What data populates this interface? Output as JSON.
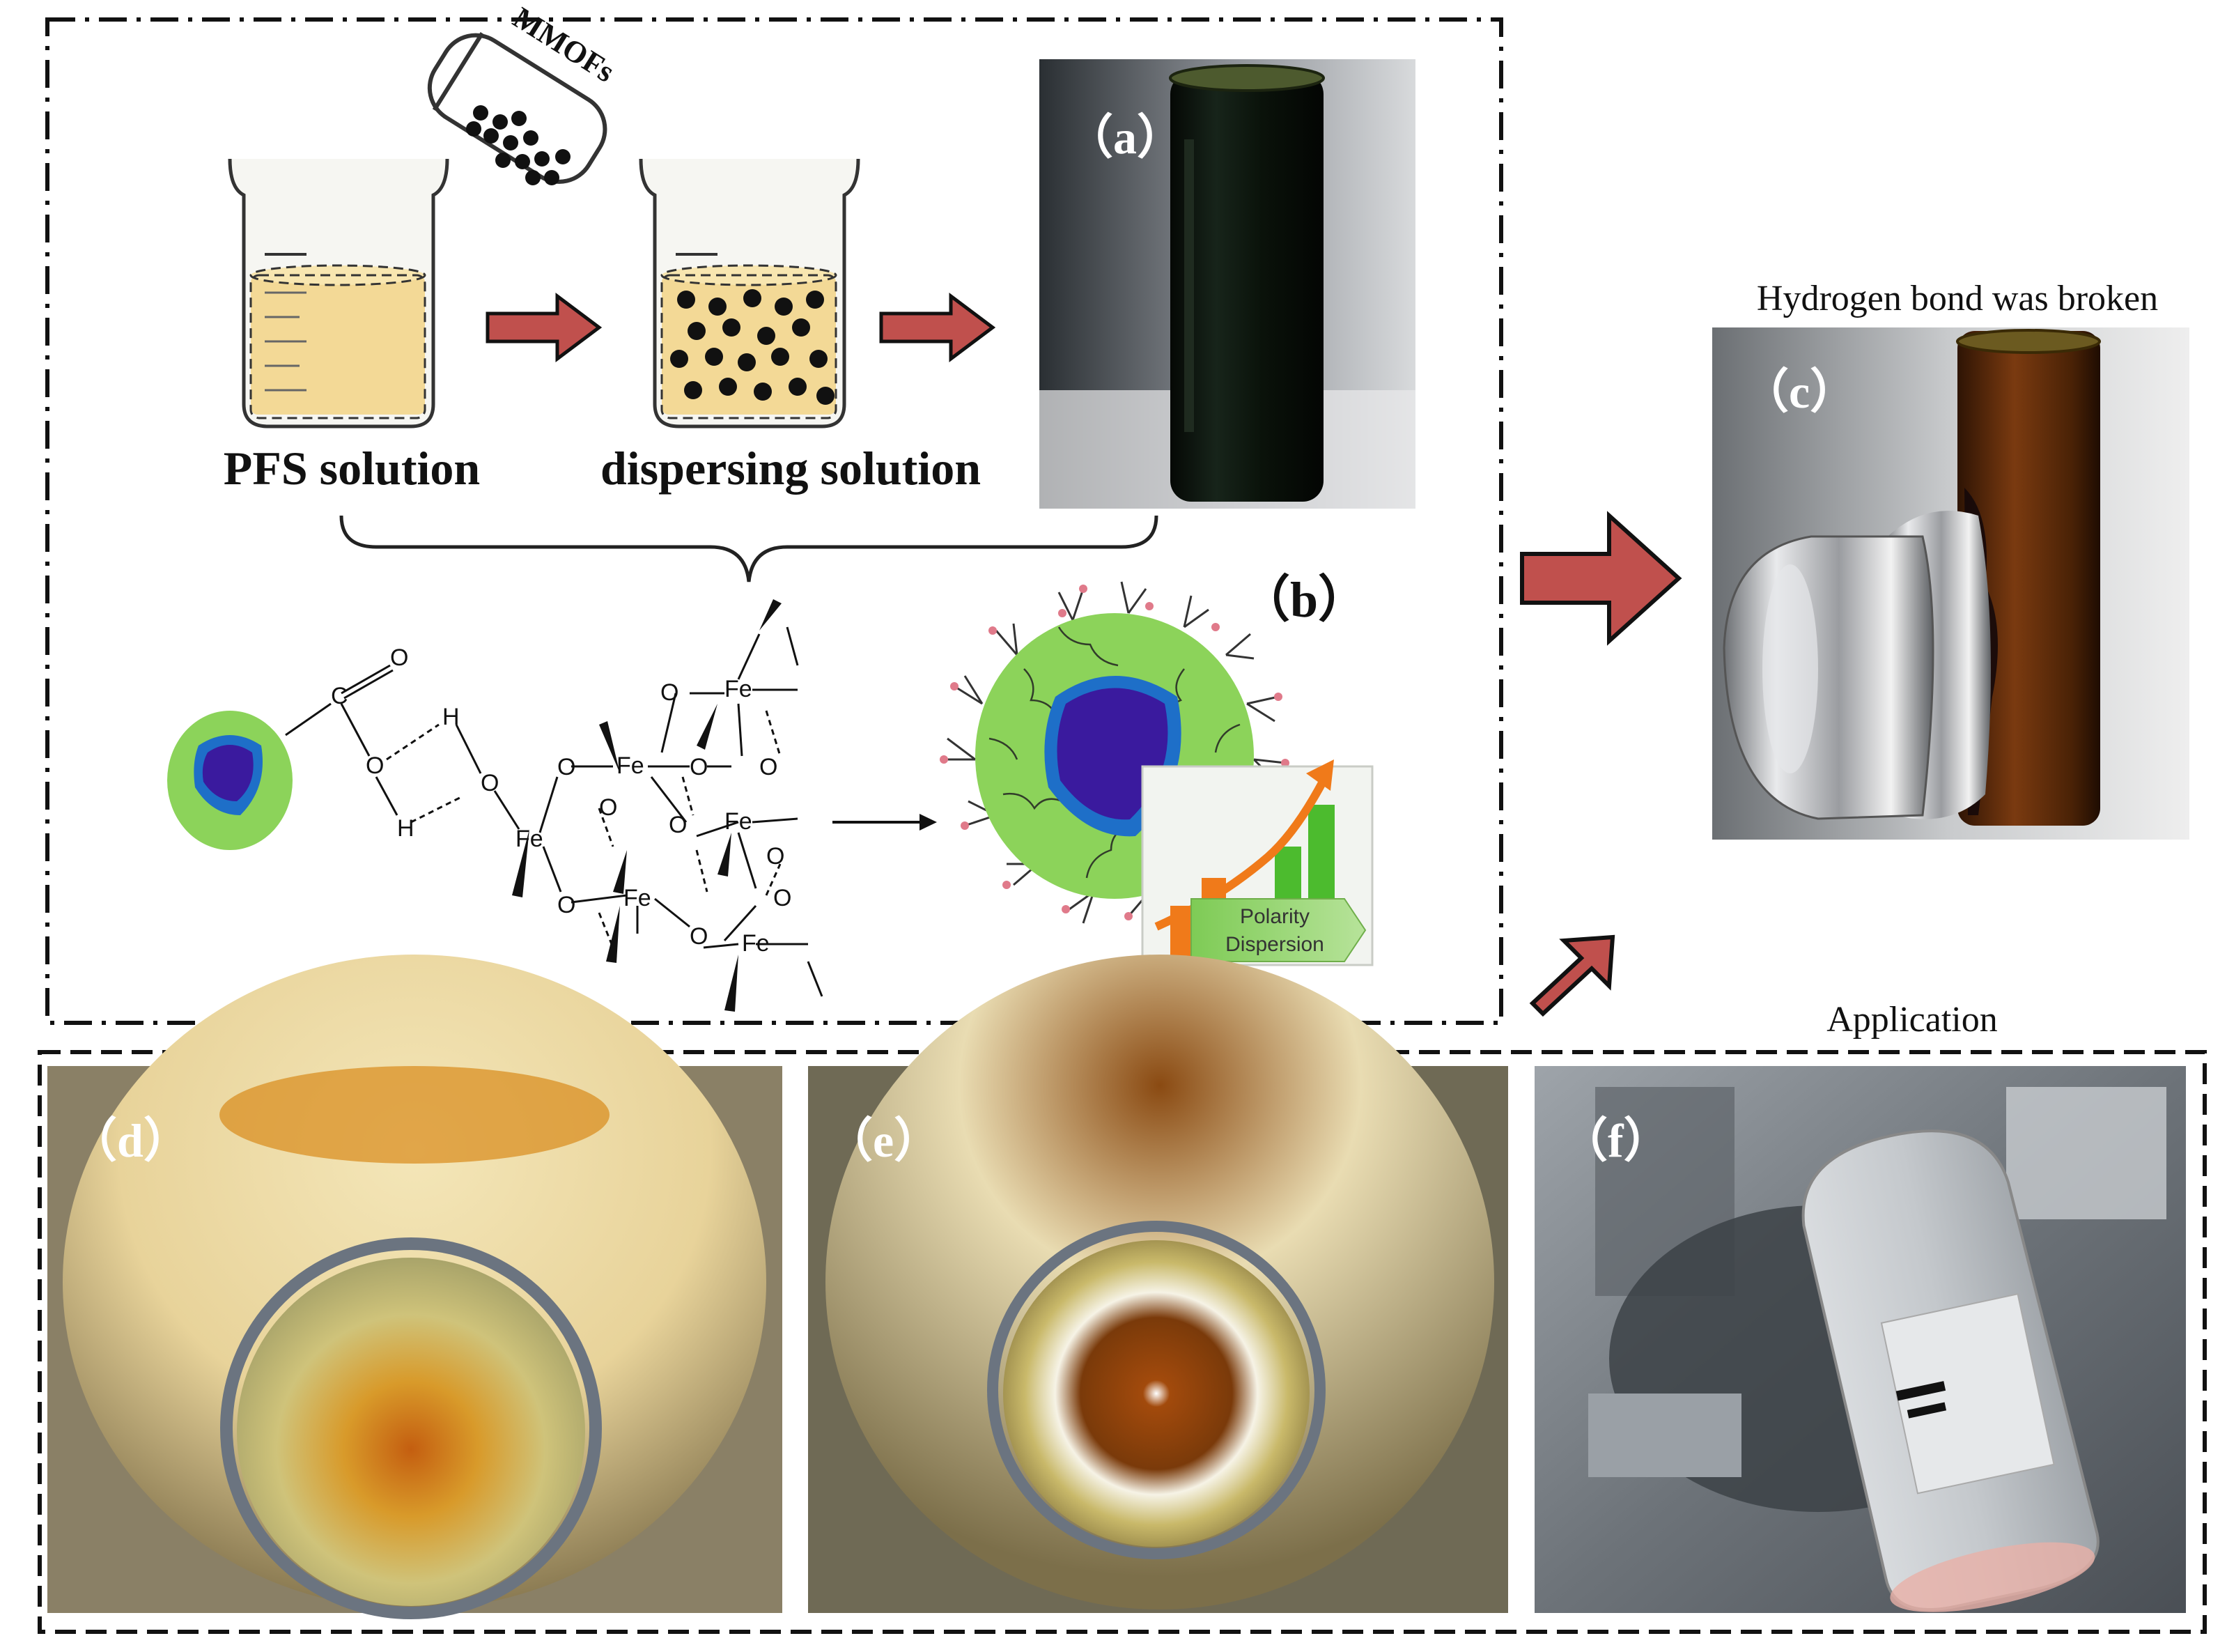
{
  "labels": {
    "mmofs": "MMOFs",
    "pfs_solution": "PFS solution",
    "dispersing_solution": "dispersing solution",
    "panel_a": "（a）",
    "panel_b": "（b）",
    "panel_c": "（c）",
    "panel_d": "（d）",
    "panel_e": "（e）",
    "panel_f": "（f）",
    "hydrogen_bond": "Hydrogen  bond  was  broken",
    "application": "Application",
    "polarity": "Polarity",
    "dispersion": "Dispersion"
  },
  "chem": {
    "o": "O",
    "h": "H",
    "c": "C",
    "fe": "Fe"
  },
  "colors": {
    "arrow_red": "#c0504d",
    "arrow_edge": "#111111",
    "liquid_yellow": "#f3d996",
    "particle_black": "#111111",
    "core_purple": "#3a1a9e",
    "shell_blue": "#1e6fc8",
    "coat_green": "#8cd35a",
    "chart_green": "#4cbb2e",
    "chart_orange": "#f07a1a",
    "vial_dark": "#0b1208",
    "vial_brown": "#5a2a08",
    "magnet_steel": "#b9bcc0",
    "photo_d_orange": "#d78d1e",
    "photo_e_brown": "#7a3a0a"
  }
}
